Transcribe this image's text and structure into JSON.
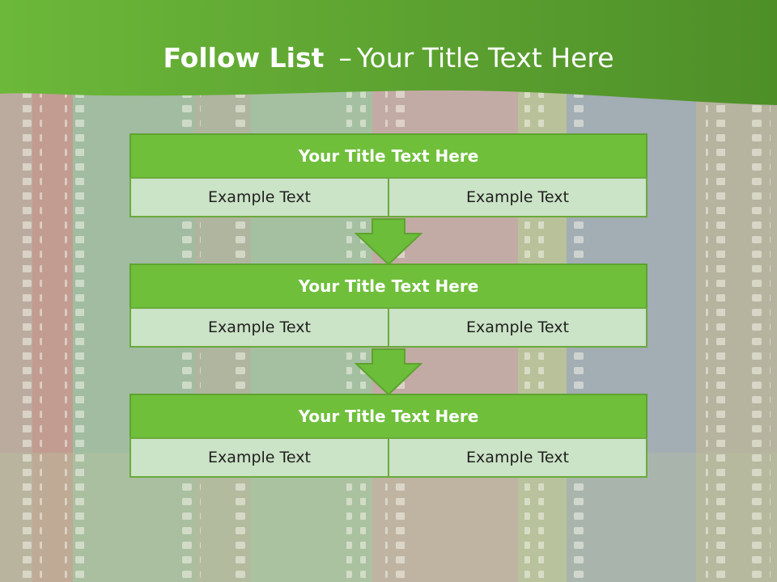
{
  "slide": {
    "title_bold": "Follow List",
    "title_separator": "–",
    "title_rest": "Your Title Text Here"
  },
  "colors": {
    "header_green": "#6fbf3b",
    "cell_fill": "#cbe3c6",
    "arrow_green": "#6bbd3a"
  },
  "blocks": [
    {
      "title": "Your Title Text Here",
      "left": "Example Text",
      "right": "Example Text"
    },
    {
      "title": "Your Title Text Here",
      "left": "Example Text",
      "right": "Example Text"
    },
    {
      "title": "Your Title Text Here",
      "left": "Example Text",
      "right": "Example Text"
    }
  ]
}
